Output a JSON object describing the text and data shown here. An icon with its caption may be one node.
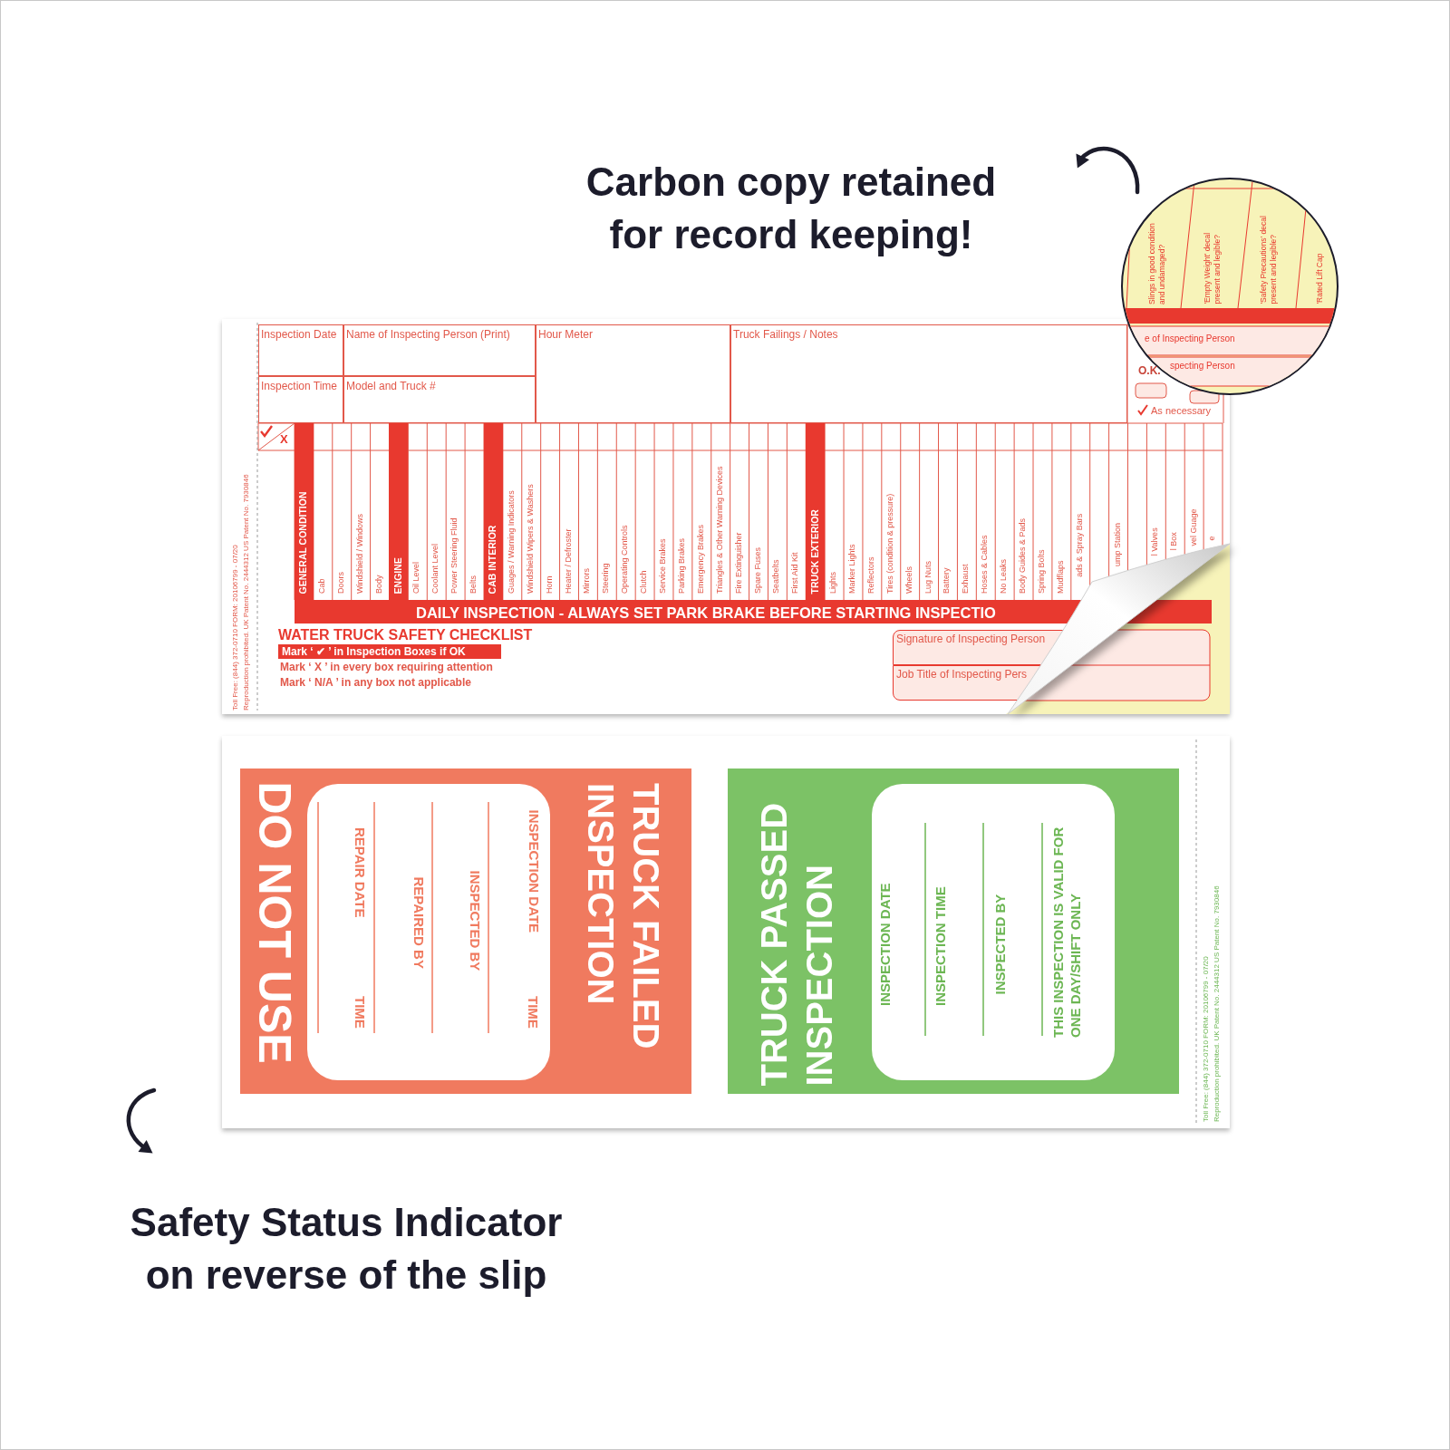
{
  "diagram": {
    "nodes": [
      {
        "text": [],
        "shape": "box"
      },
      {
        "text": [
          "Inspection Date"
        ],
        "in": 0
      },
      {
        "text": [
          "Name of Inspecting Person (Print)"
        ],
        "in": 0
      },
      {
        "text": [
          "Hour Meter"
        ],
        "in": 0
      },
      {
        "text": [
          "Truck Failings / Notes"
        ],
        "in": 0
      },
      {
        "text": [
          "Inspection Time"
        ],
        "in": 0
      },
      {
        "text": [
          "Model and Truck #"
        ],
        "in": 0
      },
      {
        "text": [
          "GENERAL CONDITION"
        ],
        "in": 0
      },
      {
        "text": [
          "ENGINE"
        ],
        "in": 0
      },
      {
        "text": [
          "CAB INTERIOR"
        ],
        "in": 0
      },
      {
        "text": [
          "TRUCK EXTERIOR"
        ],
        "in": 0
      },
      {
        "text": [
          "DAILY INSPECTION - ALWAYS SET PARK BRAKE BEFORE STARTING INSPECTIO"
        ],
        "in": 0
      },
      {
        "text": [
          "Mark ‘ ✔ ’ in Inspection Boxes if OK"
        ],
        "in": 0
      },
      {
        "text": [
          "Signature of Inspecting Person"
        ],
        "in": 0
      },
      {
        "text": [
          "Job Title of Inspecting Pers"
        ],
        "in": 0
      },
      {
        "text": [
          "Slings in good condition and undamaged?",
          "'Empty Weight' decal present and legible?",
          "'Safety Precautions' decal present and legible?",
          "'Rated Lift Cap",
          "e of Inspecting Person",
          "specting Person"
        ]
      },
      {
        "text": [],
        "shape": "box"
      },
      {
        "text": [
          "TRUCK FAILED INSPECTION",
          "DO NOT USE"
        ],
        "in": 16
      },
      {
        "text": [
          "INSPECTION DATE",
          "TIME",
          "INSPECTED BY",
          "REPAIRED BY",
          "REPAIR DATE",
          "TIME"
        ],
        "in": 17
      },
      {
        "text": [
          "TRUCK PASSED INSPECTION"
        ],
        "in": 16
      },
      {
        "text": [
          "INSPECTION DATE",
          "INSPECTION TIME",
          "INSPECTED BY",
          "THIS INSPECTION IS VALID FOR ONE DAY/SHIFT ONLY"
        ],
        "in": 19
      }
    ],
    "labels": [
      "Carbon copy retained for record keeping!",
      "Toll Free: (844) 372-0710 FORM: 20106799 - 07/20",
      "Reproduction prohibited. UK Patent No. 2444312 US Patent No. 7930846",
      "X",
      "Cab",
      "Doors",
      "Windshield / Windows",
      "Body",
      "Oil Level",
      "Coolant Level",
      "Power Steering Fluid",
      "Belts",
      "Guages / Warning Indicators",
      "Windshield Wipers & Washers",
      "Horn",
      "Heater / Defroster",
      "Mirrors",
      "Steering",
      "Operating Controls",
      "Clutch",
      "Service Brakes",
      "Parking Brakes",
      "Emergency Brakes",
      "Triangles & Other Warning Devices",
      "Fire Extinguisher",
      "Spare Fuses",
      "Seatbelts",
      "First Aid Kit",
      "Lights",
      "Marker Lights",
      "Reflectors",
      "Tires (condition & pressure)",
      "Wheels",
      "Lug Nuts",
      "Battery",
      "Exhaust",
      "Hoses & Cables",
      "No Leaks",
      "Body Guides & Pads",
      "Spring Bolts",
      "Mudflaps",
      "ads & Spray Bars",
      "ump Station",
      "l Valves",
      "l Box",
      "vel Guage",
      "e",
      "WATER TRUCK SAFETY CHECKLIST",
      "Mark ‘  X  ’ in every box requiring attention",
      "Mark ‘  N/A ’ in any box not applicable",
      "Toll Free: (844) 372-0710 FORM: 20106799 - 07/20",
      "Reproduction prohibited. UK Patent No. 2444312 US Patent No. 7930846",
      "Safety Status Indicator on reverse of the slip",
      "O.K.",
      "As necessary"
    ]
  }
}
